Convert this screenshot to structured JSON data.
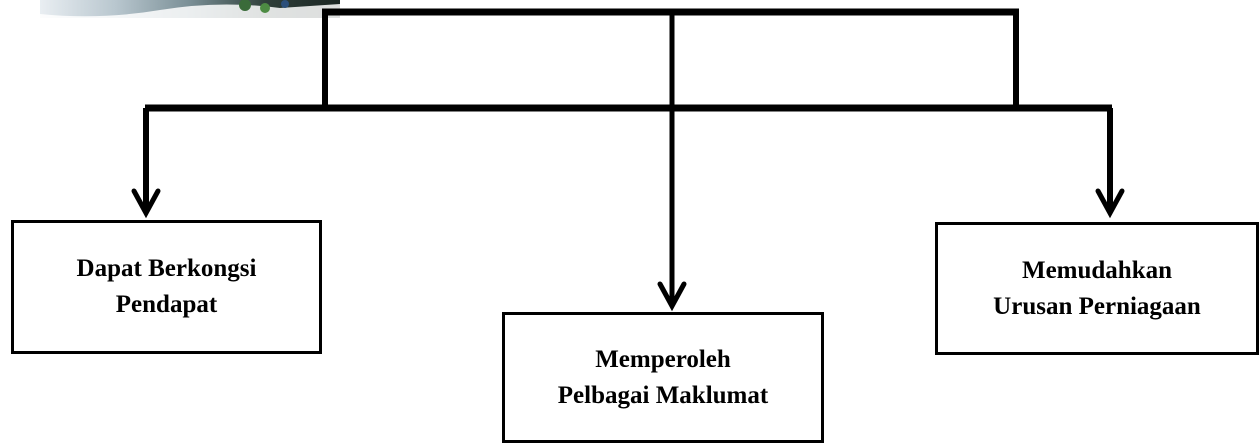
{
  "diagram": {
    "boxes": [
      {
        "id": "left",
        "label": "Dapat Berkongsi\nPendapat"
      },
      {
        "id": "middle",
        "label": "Memperoleh\nPelbagai Maklumat"
      },
      {
        "id": "right",
        "label": "Memudahkan\nUrusan Perniagaan"
      }
    ],
    "colors": {
      "line": "#000000",
      "box_border": "#000000",
      "background": "#ffffff"
    }
  }
}
